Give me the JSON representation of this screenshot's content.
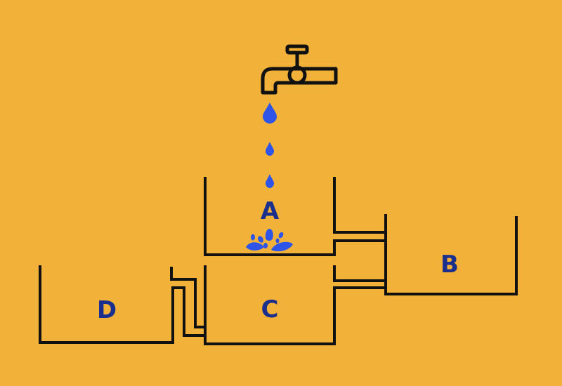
{
  "colors": {
    "background": "#F2B138",
    "line": "#111111",
    "water": "#2F55E8",
    "label": "#1B2F8C"
  },
  "tanks": {
    "a": {
      "label": "A"
    },
    "b": {
      "label": "B"
    },
    "c": {
      "label": "C"
    },
    "d": {
      "label": "D"
    }
  }
}
